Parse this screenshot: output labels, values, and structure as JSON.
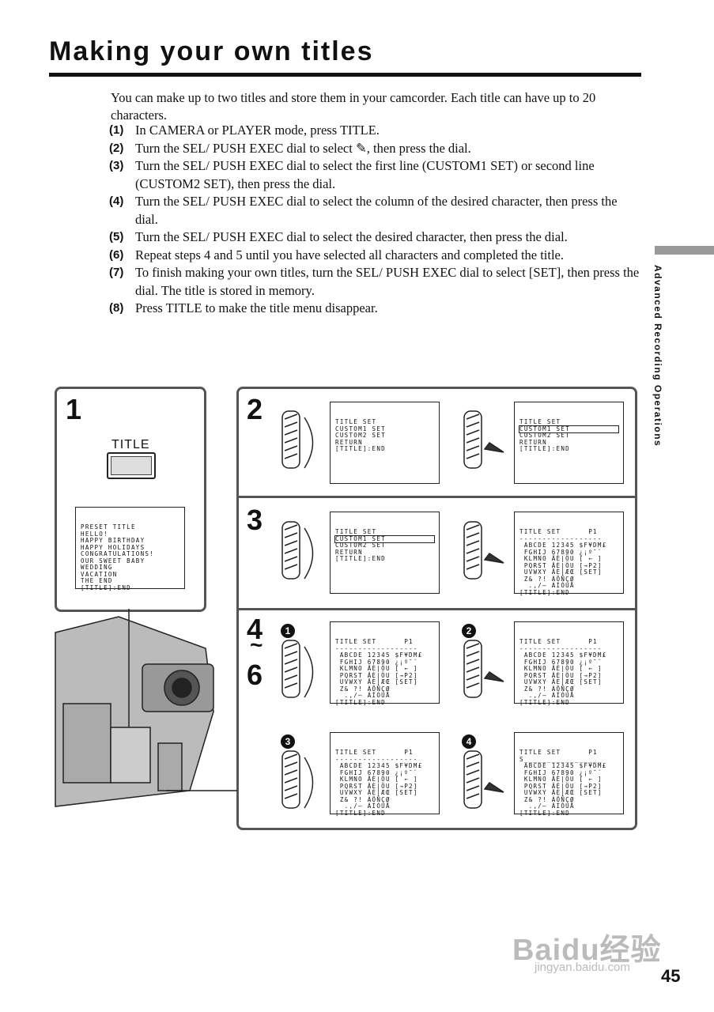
{
  "heading": "Making your own titles",
  "intro": "You can make up to two titles and store them in your camcorder. Each title can have up to 20 characters.",
  "steps": [
    {
      "num": "(1)",
      "text": "In CAMERA or PLAYER mode, press TITLE."
    },
    {
      "num": "(2)",
      "text": "Turn the SEL/ PUSH EXEC dial to select ✎, then press the dial."
    },
    {
      "num": "(3)",
      "text": "Turn the SEL/ PUSH EXEC dial to select the first line (CUSTOM1 SET) or second line (CUSTOM2 SET), then press the dial."
    },
    {
      "num": "(4)",
      "text": "Turn the SEL/ PUSH EXEC dial to select the column of the desired character, then press the dial."
    },
    {
      "num": "(5)",
      "text": "Turn the SEL/ PUSH EXEC dial to select the desired character, then press the dial."
    },
    {
      "num": "(6)",
      "text": "Repeat steps 4 and 5 until you have selected all characters and completed the title."
    },
    {
      "num": "(7)",
      "text": "To finish making your own titles, turn the SEL/ PUSH EXEC dial to select [SET], then press the dial. The title is stored in memory."
    },
    {
      "num": "(8)",
      "text": "Press TITLE to make the title menu disappear."
    }
  ],
  "side_label": "Advanced Recording Operations",
  "page_number": "45",
  "watermark": {
    "text": "Baidu经验",
    "url": "jingyan.baidu.com"
  },
  "figure": {
    "n1": "1",
    "n2": "2",
    "n3": "3",
    "n4": "4",
    "tilde": "~",
    "n6": "6",
    "circ1": "1",
    "circ2": "2",
    "circ3": "3",
    "circ4": "4",
    "title_button": "TITLE",
    "preset_screen": [
      "PRESET TITLE",
      "HELLO!",
      "HAPPY BIRTHDAY",
      "HAPPY HOLIDAYS",
      "CONGRATULATIONS!",
      "OUR SWEET BABY",
      "WEDDING",
      "VACATION",
      "THE END",
      "",
      "[TITLE]:END"
    ],
    "menu_screen": [
      "TITLE SET",
      "CUSTOM1 SET",
      "CUSTOM2 SET",
      "RETURN",
      "",
      "",
      "",
      "",
      "",
      "[TITLE]:END"
    ],
    "char_screen": [
      "TITLE SET      P1",
      "------------------",
      "",
      " ABCDE 12345 $F¥DM£",
      " FGHIJ 67890 ¿¡º˘¨",
      " KLMNO ÄÈ|ÖU [ ← ]",
      " PQRST ÄÈ|ÖU [→P2]",
      " UVWXY ÄÈ|ÆŒ [SET]",
      " Z& ?! ÀÕÑÇØ",
      "  .,/— ÁÍÓÚÅ",
      "[TITLE]:END"
    ],
    "char_screen_s": [
      "TITLE SET      P1",
      "S_________________",
      "",
      " ABCDE 12345 $F¥DM£",
      " FGHIJ 67890 ¿¡º˘¨",
      " KLMNO ÄÈ|ÖU [ ← ]",
      " PQRST ÄÈ|ÖU [→P2]",
      " UVWXY ÄÈ|ÆŒ [SET]",
      " Z& ?! ÀÕÑÇØ",
      "  .,/— ÁÍÓÚÅ",
      "[TITLE]:END"
    ]
  }
}
